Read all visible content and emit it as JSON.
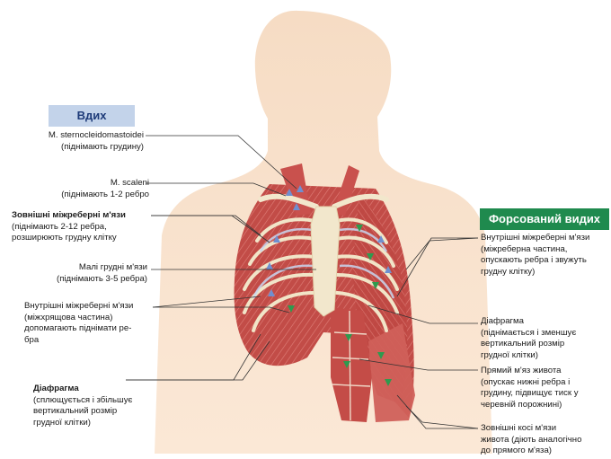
{
  "headers": {
    "inhale": "Вдих",
    "forced_exhale": "Форсований видих"
  },
  "inhale_labels": [
    {
      "name": "M. sternocleidomastoidei",
      "desc": "(піднімають грудину)"
    },
    {
      "name": "M. scaleni",
      "desc": "(піднімають 1-2 ребро"
    },
    {
      "name": "Зовнішні міжреберні м'язи",
      "desc1": "(піднімають 2-12 ребра,",
      "desc2": "розширюють грудну клітку"
    },
    {
      "name": "Малі грудні м'язи",
      "desc": "(піднімають 3-5 ребра)"
    },
    {
      "name": "Внутрішні міжреберні м'язи",
      "desc1": "(міжхрящова частина)",
      "desc2": "допомагають піднімати ре-",
      "desc3": "бра"
    },
    {
      "name": "Діафрагма",
      "desc1": "(сплющується і збільшує",
      "desc2": "вертикальний розмір",
      "desc3": "грудної клітки)"
    }
  ],
  "exhale_labels": [
    {
      "name": "Внутрішні міжреберні м'язи",
      "desc1": "(міжреберна частина,",
      "desc2": "опускають ребра і звужуть",
      "desc3": "грудну клітку)"
    },
    {
      "name": "Діафрагма",
      "desc1": "(піднімається і зменшує",
      "desc2": "вертикальний розмір",
      "desc3": "грудної клітки)"
    },
    {
      "name": "Прямий м'яз живота",
      "desc1": "(опускає нижні ребра і",
      "desc2": "грудину, підвищує тиск у",
      "desc3": "черевній порожнині)"
    },
    {
      "name": "Зовнішні косі м'язи",
      "desc1": "живота (діють аналогічно",
      "desc2": "до прямого м'яза)"
    }
  ],
  "colors": {
    "inhale_header_bg": "#c3d3ea",
    "inhale_header_text": "#1d3a78",
    "exhale_header_bg": "#1f8a4e",
    "exhale_header_text": "#ffffff",
    "skin": "#f7d8bd",
    "muscle": "#c9514d",
    "bone": "#f2e7cc",
    "inhale_arrow": "#6f8fd0",
    "exhale_arrow": "#2e9a4e"
  }
}
